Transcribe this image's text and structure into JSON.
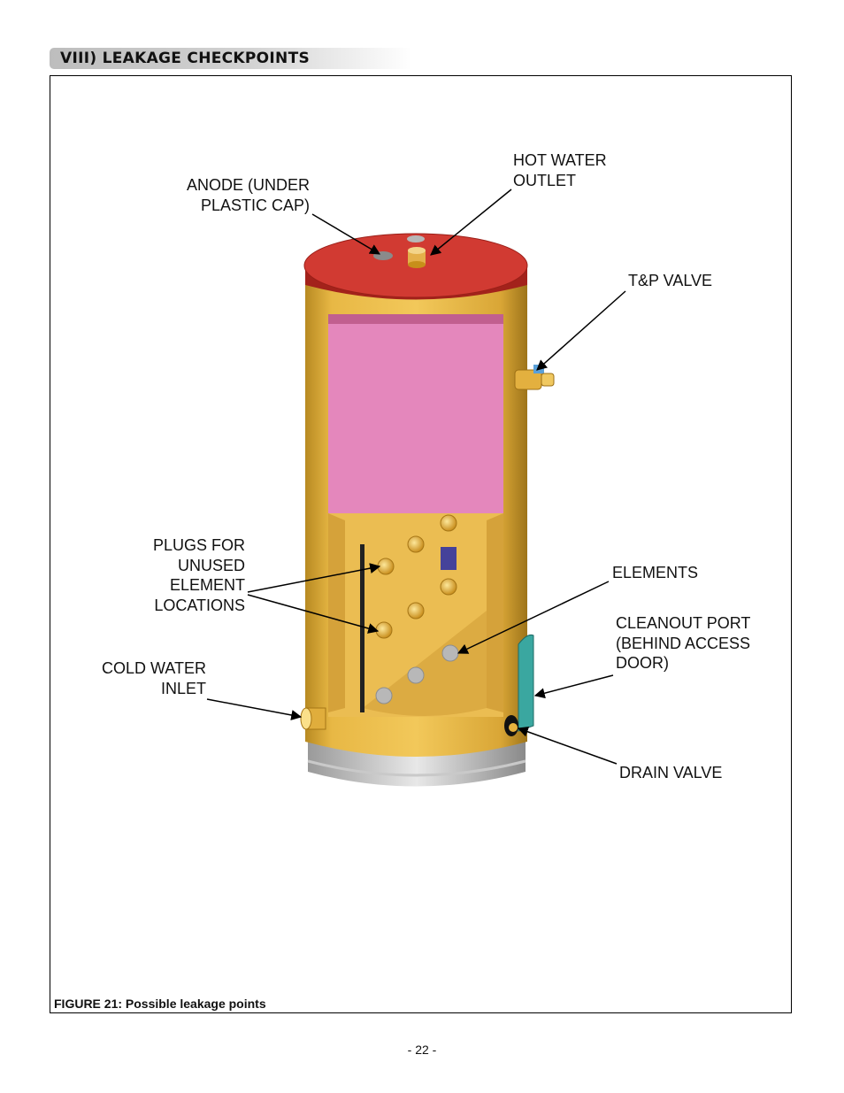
{
  "section": {
    "title": "VIII) LEAKAGE CHECKPOINTS"
  },
  "labels": {
    "anode": [
      "ANODE (UNDER",
      "PLASTIC CAP)"
    ],
    "hot_water_outlet": [
      "HOT WATER",
      "OUTLET"
    ],
    "tp_valve": [
      "T&P VALVE"
    ],
    "plugs": [
      "PLUGS FOR",
      "UNUSED",
      "ELEMENT",
      "LOCATIONS"
    ],
    "elements": [
      "ELEMENTS"
    ],
    "cleanout_port": [
      "CLEANOUT PORT",
      "(BEHIND ACCESS",
      "DOOR)"
    ],
    "cold_water_inlet": [
      "COLD WATER",
      "INLET"
    ],
    "drain_valve": [
      "DRAIN VALVE"
    ]
  },
  "figure": {
    "caption": "FIGURE 21: Possible leakage points"
  },
  "page": {
    "number": "- 22 -"
  },
  "colors": {
    "tank_body": "#e6b63f",
    "top_cap": "#cf3a32",
    "insulation": "#e487bc",
    "access_door": "#3aa7a0"
  }
}
